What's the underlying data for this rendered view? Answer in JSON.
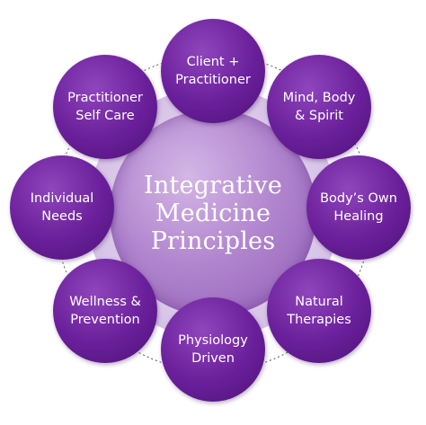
{
  "center": {
    "title": "Integrative\nMedicine\nPrinciples"
  },
  "nodes": [
    {
      "label": "Client +\nPractitioner"
    },
    {
      "label": "Mind, Body\n& Spirit"
    },
    {
      "label": "Body’s Own\nHealing"
    },
    {
      "label": "Natural\nTherapies"
    },
    {
      "label": "Physiology\nDriven"
    },
    {
      "label": "Wellness &\nPrevention"
    },
    {
      "label": "Individual\nNeeds"
    },
    {
      "label": "Practitioner\nSelf Care"
    }
  ],
  "colors": {
    "node": "#6a1f9a",
    "core": "#b287cf",
    "halo": "#dccaea",
    "text": "#ffffff",
    "connector": "#5a5a5a"
  }
}
